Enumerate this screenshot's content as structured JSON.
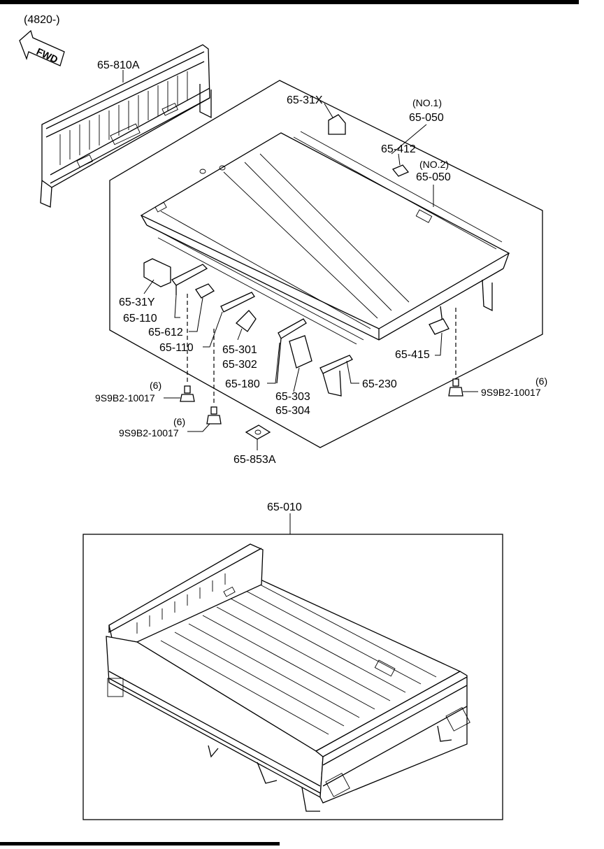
{
  "header": {
    "code": "(4820-)",
    "fwd_label": "FWD"
  },
  "parts": {
    "p65_810A": "65-810A",
    "p65_31X": "65-31X",
    "p65_050_no1_qualifier": "(NO.1)",
    "p65_050_no1": "65-050",
    "p65_412": "65-412",
    "p65_050_no2_qualifier": "(NO.2)",
    "p65_050_no2": "65-050",
    "p65_31Y": "65-31Y",
    "p65_110_a": "65-110",
    "p65_612": "65-612",
    "p65_110_b": "65-110",
    "p65_301": "65-301",
    "p65_302": "65-302",
    "p65_415": "65-415",
    "p65_180": "65-180",
    "p65_303": "65-303",
    "p65_304": "65-304",
    "p65_230": "65-230",
    "bolt_left_qty": "(6)",
    "bolt_left": "9S9B2-10017",
    "bolt_mid_qty": "(6)",
    "bolt_mid": "9S9B2-10017",
    "bolt_right_qty": "(6)",
    "bolt_right": "9S9B2-10017",
    "p65_853A": "65-853A",
    "p65_010": "65-010"
  }
}
